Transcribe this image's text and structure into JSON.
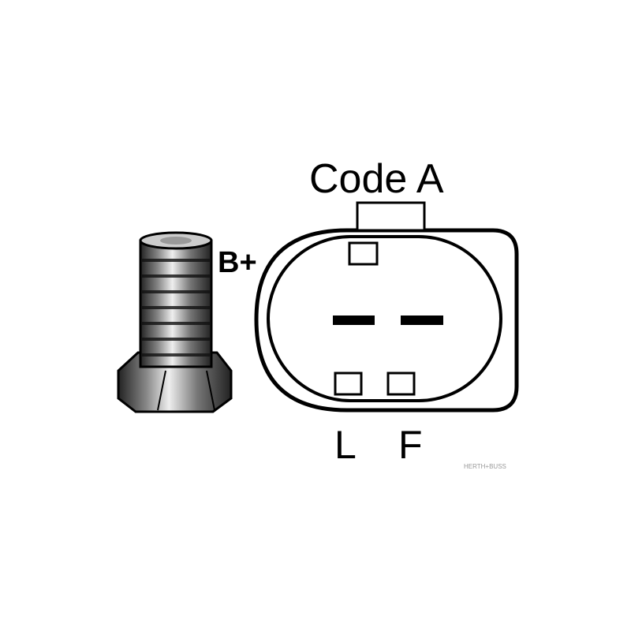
{
  "labels": {
    "code": "Code A",
    "bplus": "B+",
    "l": "L",
    "f": "F"
  },
  "watermark": "HERTH+BUSS",
  "colors": {
    "ink": "#000000",
    "background": "#ffffff"
  }
}
